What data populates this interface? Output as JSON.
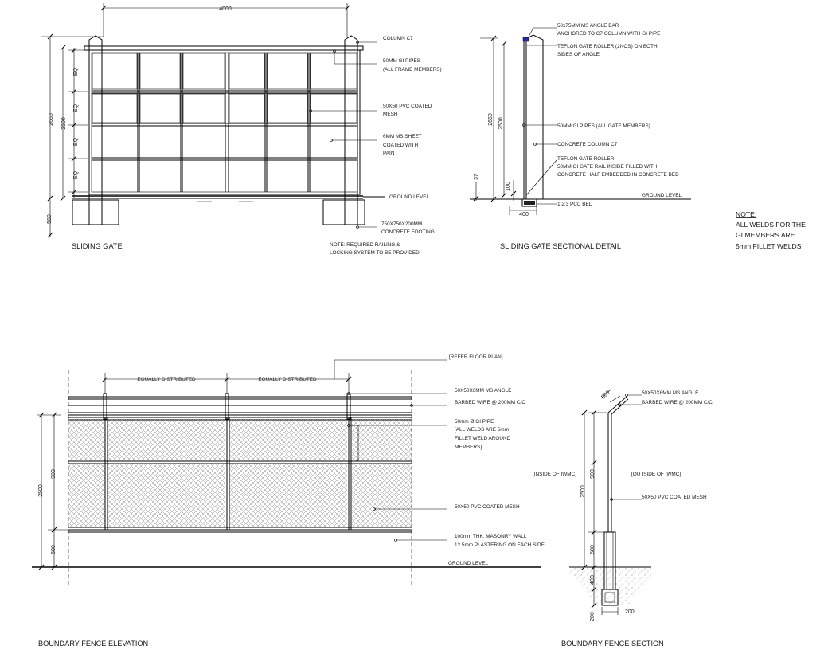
{
  "sliding_gate": {
    "title": "SLIDING GATE",
    "width_dim": "4000",
    "dim_2650": "2650",
    "dim_2500": "2500",
    "eq": "EQ",
    "dim_589": "589",
    "labels": {
      "column": "COLUMN C7",
      "pipes_1": "50MM GI PIPES",
      "pipes_2": "(ALL FRAME MEMBERS)",
      "mesh_1": "50X50 PVC COATED",
      "mesh_2": "MESH",
      "sheet_1": "6MM MS SHEET",
      "sheet_2": "COATED WITH",
      "sheet_3": "PAINT",
      "ground": "GROUND LEVEL",
      "footing_1": "750X750X200MM",
      "footing_2": "CONCRETE FOOTING",
      "note_1": "NOTE: REQUIRED RAILING &",
      "note_2": "LOCKING SYSTEM TO BE PROVIDED"
    }
  },
  "sectional_detail": {
    "title": "SLIDING GATE SECTIONAL DETAIL",
    "dim_2650": "2650",
    "dim_2500": "2500",
    "dim_37": "37",
    "dim_100": "100",
    "dim_400": "400",
    "labels": {
      "angle_1": "50x75MM MS ANGLE BAR",
      "angle_2": "ANCHORED TO C7 COLUMN WITH GI PIPE",
      "roller_1": "TEFLON GATE ROLLER (2NOS) ON BOTH",
      "roller_2": "SIDES OF ANGLE",
      "pipes": "50MM GI PIPES (ALL GATE MEMBERS)",
      "column": "CONCRETE COLUMN C7",
      "teflon_1": "TEFLON GATE ROLLER",
      "teflon_2": "50MM GI GATE RAIL INSIDE FILLED WITH",
      "teflon_3": "CONCRETE HALF EMBEDDED IN CONCRETE BED",
      "ground": "GROUND LEVEL",
      "pcc": "1:2:3 PCC BED"
    }
  },
  "note": {
    "heading": "NOTE:",
    "line1": "ALL WELDS FOR THE",
    "line2": "GI MEMBERS ARE",
    "line3": "5mm FILLET WELDS"
  },
  "fence_elevation": {
    "title": "BOUNDARY FENCE ELEVATION",
    "dim_2500": "2500",
    "dim_900": "900",
    "dim_600": "600",
    "equally_1": "EQUALLY DISTRIBUTED",
    "equally_2": "EQUALLY DISTRIBUTED",
    "labels": {
      "refer": "[REFER FLOOR PLAN]",
      "angle": "50X50X6MM MS ANGLE",
      "barbed": "BARBED WIRE @ 200MM C/C",
      "pipe_1": "50mm Ø GI PIPE",
      "pipe_2": "[ALL WELDS ARE 5mm",
      "pipe_3": "FILLET WELD AROUND",
      "pipe_4": "MEMBERS]",
      "mesh": "50X50 PVC COATED MESH",
      "wall_1": "100mm THK. MASONRY WALL",
      "wall_2": "12.5mm PLASTERING ON EACH SIDE",
      "ground": "GROUND LEVEL"
    }
  },
  "fence_section": {
    "title": "BOUNDARY FENCE SECTION",
    "dim_500": "500",
    "dim_900": "900",
    "dim_2500": "2500",
    "dim_600": "600",
    "dim_400": "400",
    "dim_200a": "200",
    "dim_200b": "200",
    "labels": {
      "angle": "50X50X6MM MS ANGLE",
      "barbed": "BARBED WIRE @ 200MM C/C",
      "inside": "[INSIDE OF IWMC]",
      "outside": "[OUTSIDE OF IWMC]",
      "mesh": "50X50 PVC COATED MESH"
    }
  }
}
